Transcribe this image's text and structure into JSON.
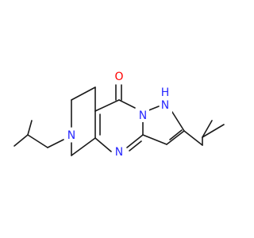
{
  "molecule": {
    "atoms": [
      {
        "id": "O1",
        "element": "O",
        "label": "O"
      },
      {
        "id": "N_H",
        "element": "N",
        "label": "N",
        "h_label": "H"
      },
      {
        "id": "N_b",
        "element": "N",
        "label": "N"
      },
      {
        "id": "N_a",
        "element": "N",
        "label": "N"
      },
      {
        "id": "N_r",
        "element": "N",
        "label": "N"
      }
    ],
    "colors": {
      "bond": "#1a1a1a",
      "nitrogen": "#2929ff",
      "oxygen": "#ff0000"
    }
  }
}
